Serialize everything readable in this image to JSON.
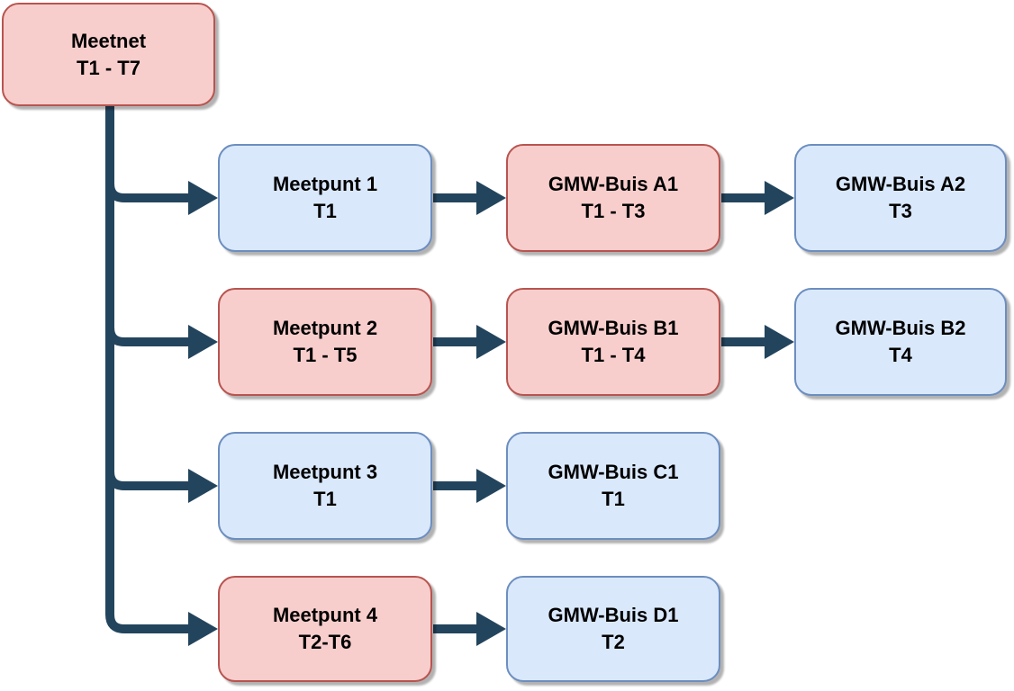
{
  "colors": {
    "background": "#ffffff",
    "node_red_fill": "#f8cecc",
    "node_red_border": "#b85450",
    "node_blue_fill": "#dae8fc",
    "node_blue_border": "#6c8ebf",
    "connector": "#23445d",
    "text": "#000000"
  },
  "nodes": [
    {
      "id": "meetnet",
      "line1": "Meetnet",
      "line2": "T1 - T7",
      "variant": "red"
    },
    {
      "id": "meetpunt-1",
      "line1": "Meetpunt 1",
      "line2": "T1",
      "variant": "blue"
    },
    {
      "id": "gmw-buis-a1",
      "line1": "GMW-Buis A1",
      "line2": "T1 - T3",
      "variant": "red"
    },
    {
      "id": "gmw-buis-a2",
      "line1": "GMW-Buis A2",
      "line2": "T3",
      "variant": "blue"
    },
    {
      "id": "meetpunt-2",
      "line1": "Meetpunt 2",
      "line2": "T1 - T5",
      "variant": "red"
    },
    {
      "id": "gmw-buis-b1",
      "line1": "GMW-Buis B1",
      "line2": "T1 - T4",
      "variant": "red"
    },
    {
      "id": "gmw-buis-b2",
      "line1": "GMW-Buis B2",
      "line2": "T4",
      "variant": "blue"
    },
    {
      "id": "meetpunt-3",
      "line1": "Meetpunt 3",
      "line2": "T1",
      "variant": "blue"
    },
    {
      "id": "gmw-buis-c1",
      "line1": "GMW-Buis C1",
      "line2": "T1",
      "variant": "blue"
    },
    {
      "id": "meetpunt-4",
      "line1": "Meetpunt 4",
      "line2": "T2-T6",
      "variant": "red"
    },
    {
      "id": "gmw-buis-d1",
      "line1": "GMW-Buis D1",
      "line2": "T2",
      "variant": "blue"
    }
  ],
  "edges": [
    {
      "from": "meetnet",
      "to": "meetpunt-1"
    },
    {
      "from": "meetnet",
      "to": "meetpunt-2"
    },
    {
      "from": "meetnet",
      "to": "meetpunt-3"
    },
    {
      "from": "meetnet",
      "to": "meetpunt-4"
    },
    {
      "from": "meetpunt-1",
      "to": "gmw-buis-a1"
    },
    {
      "from": "gmw-buis-a1",
      "to": "gmw-buis-a2"
    },
    {
      "from": "meetpunt-2",
      "to": "gmw-buis-b1"
    },
    {
      "from": "gmw-buis-b1",
      "to": "gmw-buis-b2"
    },
    {
      "from": "meetpunt-3",
      "to": "gmw-buis-c1"
    },
    {
      "from": "meetpunt-4",
      "to": "gmw-buis-d1"
    }
  ]
}
